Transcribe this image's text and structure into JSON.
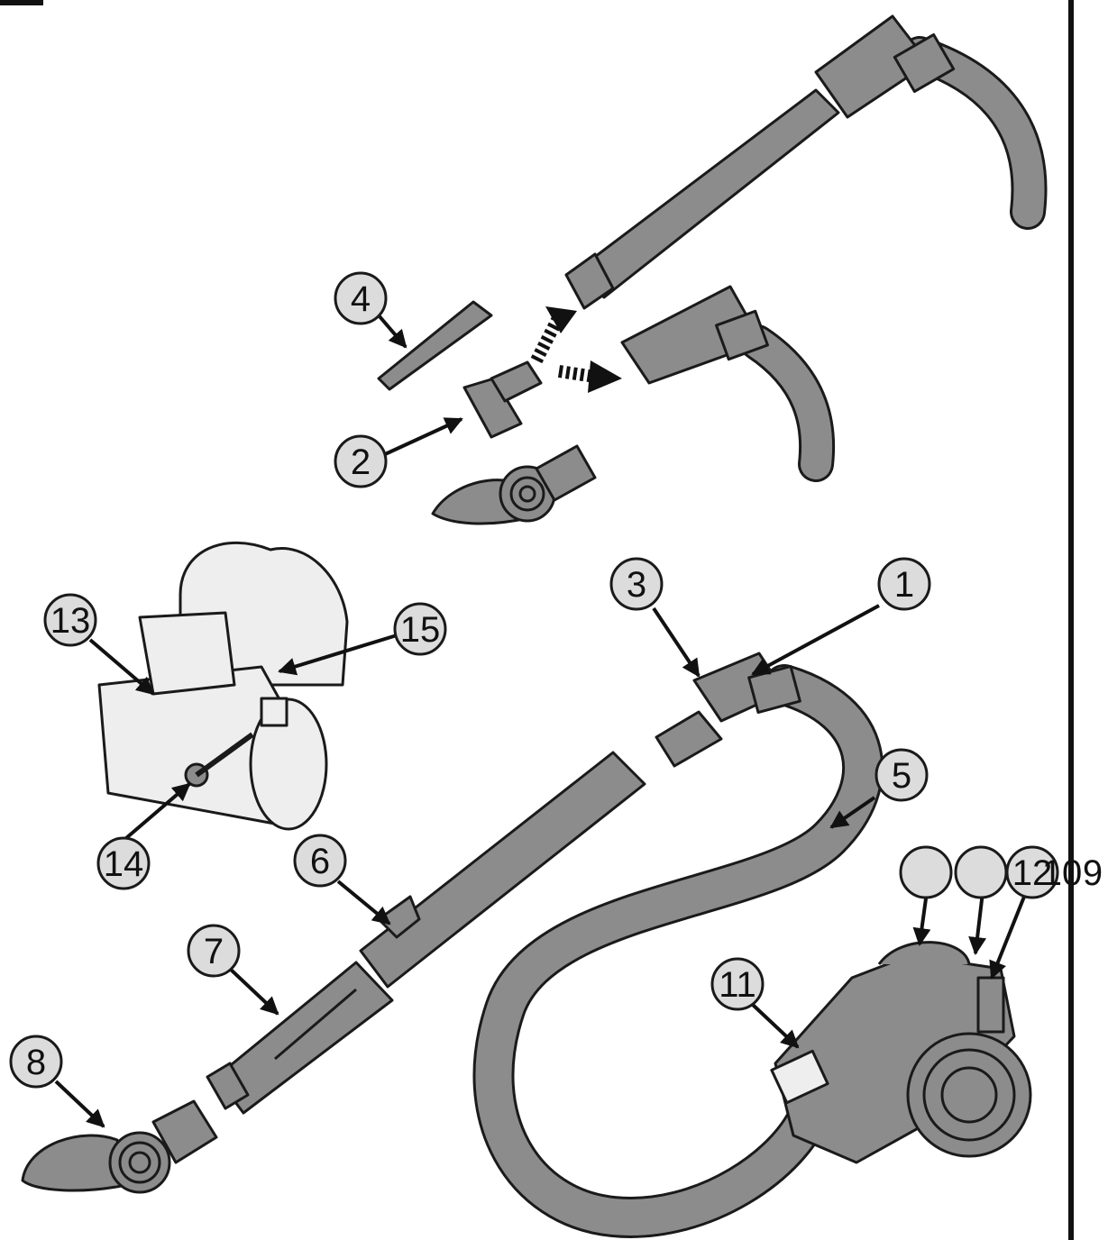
{
  "callouts": {
    "c1": "1",
    "c2": "2",
    "c3": "3",
    "c4": "4",
    "c5": "5",
    "c6": "6",
    "c7": "7",
    "c8": "8",
    "c11": "11",
    "c12": "12",
    "c13": "13",
    "c14": "14",
    "c15": "15",
    "c9": "9",
    "c10": "10"
  },
  "colors": {
    "part_fill": "#8c8c8c",
    "light_part_fill": "#eeeeee",
    "callout_fill": "#dcdcdc",
    "outline": "#1a1a1a"
  }
}
